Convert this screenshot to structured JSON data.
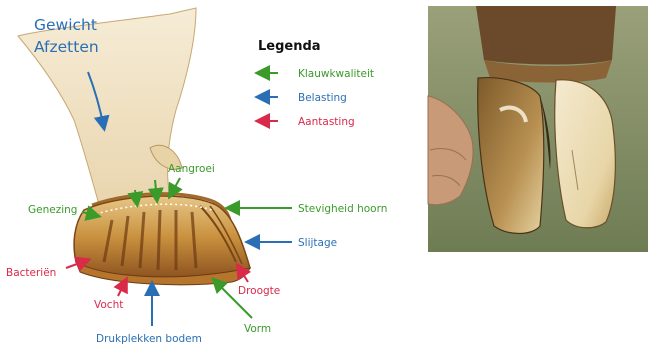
{
  "diagram": {
    "title_line1": "Gewicht",
    "title_line2": "Afzetten",
    "legend": {
      "title": "Legenda",
      "items": [
        {
          "label": "Klauwkwaliteit",
          "color": "#3a9a2a"
        },
        {
          "label": "Belasting",
          "color": "#2a6fb5"
        },
        {
          "label": "Aantasting",
          "color": "#d92a4a"
        }
      ]
    },
    "labels": {
      "aangroei": "Aangroei",
      "genezing": "Genezing",
      "stevigheid": "Stevigheid hoorn",
      "slijtage": "Slijtage",
      "bacterien": "Bacteriën",
      "vocht": "Vocht",
      "droogte": "Droogte",
      "drukplekken": "Drukplekken bodem",
      "vorm": "Vorm"
    },
    "colors": {
      "green": "#3a9a2a",
      "blue": "#2a6fb5",
      "red": "#d92a4a"
    }
  },
  "photo": {
    "description_icon": "cow-claw-photo"
  }
}
